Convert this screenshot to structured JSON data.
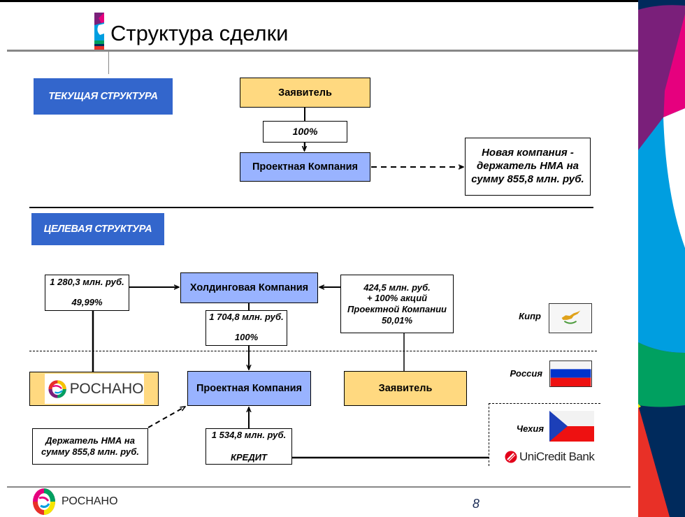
{
  "slide": {
    "title": "Структура сделки",
    "page_number": "8",
    "footer_logo_text": "РОСНАНО"
  },
  "current_structure": {
    "label": "ТЕКУЩАЯ СТРУКТУРА",
    "applicant": "Заявитель",
    "ownership": "100%",
    "project_company": "Проектная Компания",
    "new_company": [
      "Новая компания -",
      "держатель НМА на",
      "сумму 855,8 млн. руб."
    ]
  },
  "target_structure": {
    "label": "ЦЕЛЕВАЯ СТРУКТУРА",
    "holding_company": "Холдинговая Компания",
    "project_company": "Проектная Компания",
    "applicant": "Заявитель",
    "rusnano_logo_text": "РОСНАНО",
    "rusnano_contribution": {
      "amount": "1 280,3 млн. руб.",
      "share": "49,99%"
    },
    "applicant_contribution": [
      "424,5 млн. руб.",
      "+ 100% акций",
      "Проектной Компании",
      "50,01%"
    ],
    "holding_to_project": {
      "amount": "1 704,8 млн. руб.",
      "share": "100%"
    },
    "ip_holder": [
      "Держатель НМА на",
      "сумму 855,8 млн. руб."
    ],
    "credit": {
      "amount": "1 534,8 млн. руб.",
      "label": "КРЕДИТ"
    },
    "bank_name": "UniCredit Bank"
  },
  "jurisdictions": [
    {
      "name": "Кипр",
      "flag": "cyprus-flag"
    },
    {
      "name": "Россия",
      "flag": "russia-flag"
    },
    {
      "name": "Чехия",
      "flag": "czech-flag"
    }
  ],
  "colors": {
    "section_label": "#3366cc",
    "applicant_fill": "#ffd980",
    "company_fill": "#99b3ff",
    "brand_purple": "#7a1f7a",
    "brand_pink": "#e6007e",
    "brand_blue": "#009ee0",
    "brand_green": "#00a060",
    "brand_navy": "#002a5c",
    "brand_red": "#e83027"
  }
}
